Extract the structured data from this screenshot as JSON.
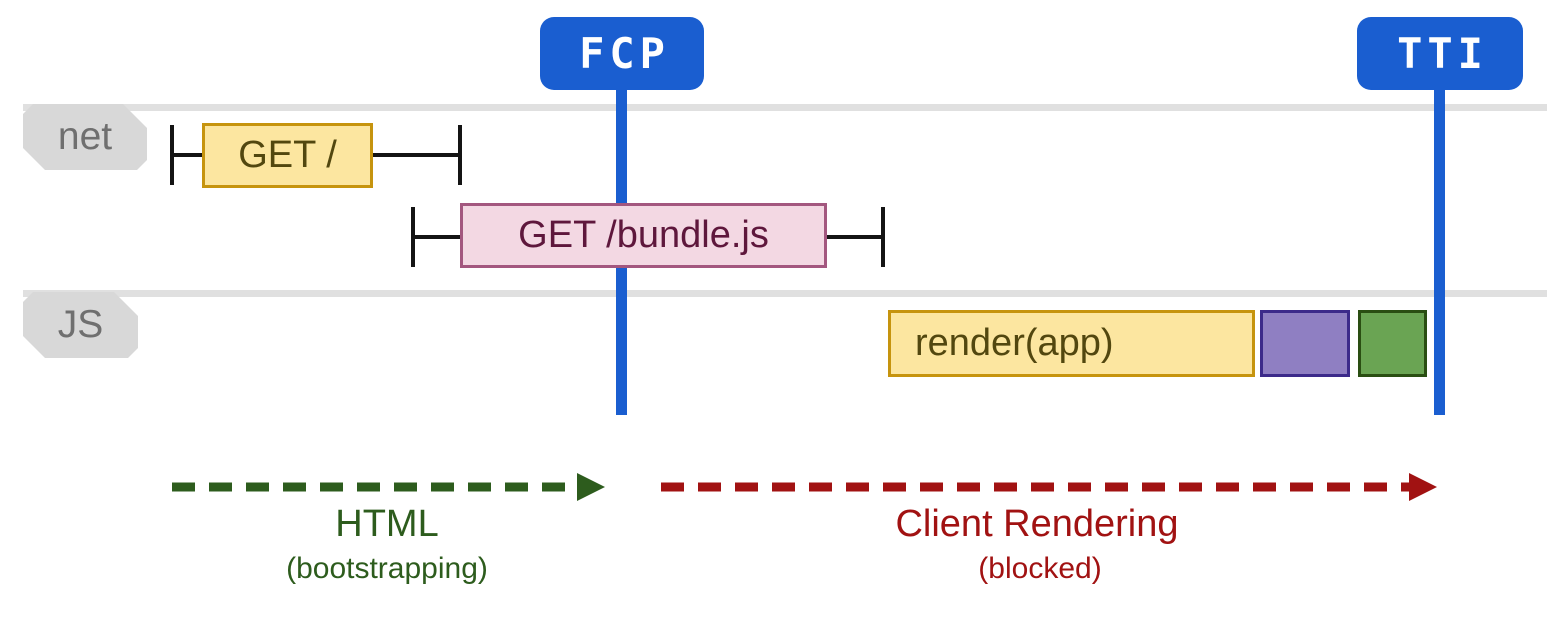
{
  "markers": {
    "color": "#1a5ed0",
    "fcp": {
      "label": "FCP"
    },
    "tti": {
      "label": "TTI"
    }
  },
  "lanes": {
    "net": {
      "label": "net"
    },
    "js": {
      "label": "JS"
    }
  },
  "events": {
    "get_root": {
      "label": "GET /",
      "fill": "#fce6a0",
      "border": "#c6940e",
      "text_color": "#52470f"
    },
    "get_bundle": {
      "label": "GET /bundle.js",
      "fill": "#f3d8e3",
      "border": "#a3577f",
      "text_color": "#5e173c"
    },
    "render_app": {
      "label": "render(app)",
      "fill": "#fce6a0",
      "border": "#c6940e",
      "text_color": "#52470f"
    },
    "purple_task": {
      "fill": "#8f7fc2",
      "border": "#3c2a8a"
    },
    "green_task": {
      "fill": "#6aa453",
      "border": "#2a4e12"
    }
  },
  "phases": {
    "html": {
      "title": "HTML",
      "subtitle": "(bootstrapping)",
      "color": "#2d5c1d"
    },
    "client_rendering": {
      "title": "Client Rendering",
      "subtitle": "(blocked)",
      "color": "#a11212"
    }
  },
  "ui_colors": {
    "lane_line": "#e0e0e0",
    "tab_bg": "#d8d8d8",
    "tab_text": "#6f6f6f",
    "whisker": "#141414"
  }
}
